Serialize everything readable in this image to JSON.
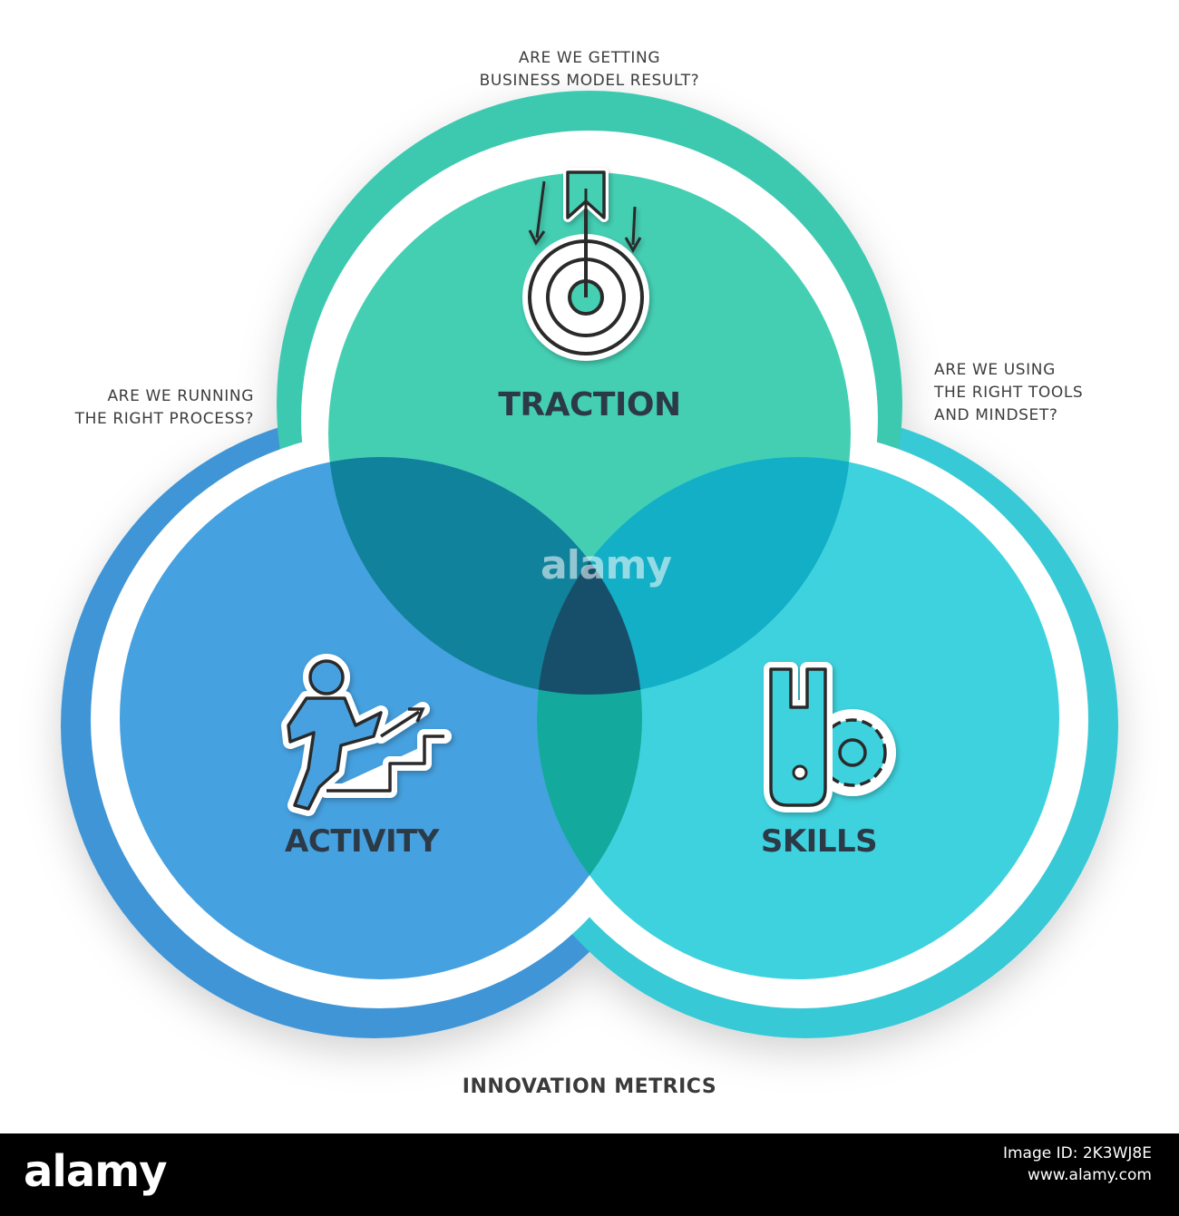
{
  "questions": {
    "traction": "ARE WE GETTING\nBUSINESS MODEL RESULT?",
    "activity": "ARE WE RUNNING\nTHE RIGHT PROCESS?",
    "skills": "ARE WE USING\nTHE RIGHT TOOLS\nAND MINDSET?"
  },
  "circles": {
    "traction": {
      "label": "TRACTION",
      "color": "#44cfb3",
      "icon": "target-arrow-icon"
    },
    "activity": {
      "label": "ACTIVITY",
      "color": "#46a1e0",
      "icon": "climbing-stairs-icon"
    },
    "skills": {
      "label": "SKILLS",
      "color": "#3ed2de",
      "icon": "wrench-gear-icon"
    }
  },
  "overlap_colors": {
    "traction_activity": "#11829b",
    "traction_skills": "#12afc6",
    "activity_skills": "#14a99d",
    "center": "#174f6a"
  },
  "outer_ring_colors": {
    "activity": "#3f95d6",
    "traction": "#3ec9b0",
    "skills": "#37c9d6"
  },
  "footer": {
    "title": "INNOVATION METRICS"
  },
  "watermark": {
    "text": "alamy",
    "image_id": "Image ID: 2K3WJ8E",
    "site": "www.alamy.com"
  }
}
